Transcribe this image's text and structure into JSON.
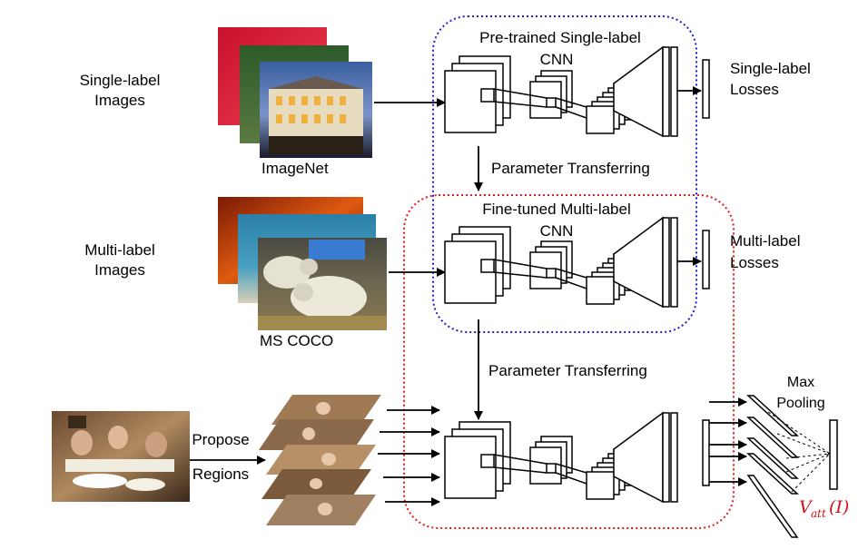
{
  "labels": {
    "single_label_images": [
      "Single-label",
      "Images"
    ],
    "multi_label_images": [
      "Multi-label",
      "Images"
    ],
    "imagenet": "ImageNet",
    "ms_coco": "MS COCO",
    "pretrained": [
      "Pre-trained Single-label",
      "CNN"
    ],
    "finetuned": [
      "Fine-tuned Multi-label",
      "CNN"
    ],
    "param_transfer_1": "Parameter Transferring",
    "param_transfer_2": "Parameter Transferring",
    "single_label_losses": [
      "Single-label",
      "Losses"
    ],
    "multi_label_losses": [
      "Multi-label",
      "Losses"
    ],
    "propose_regions": [
      "Propose",
      "Regions"
    ],
    "max_pooling": [
      "Max",
      "Pooling"
    ],
    "v_att": "V",
    "v_att_sub": "att",
    "v_att_arg": "(I)"
  },
  "colors": {
    "pretrained_border": "#1f1fc8",
    "finetuned_border": "#e01b1b",
    "vatt_text": "#d4141c"
  },
  "icons": [
    "arrow-icon",
    "cnn-layer-stack-icon",
    "photo-thumbnail-icon"
  ]
}
